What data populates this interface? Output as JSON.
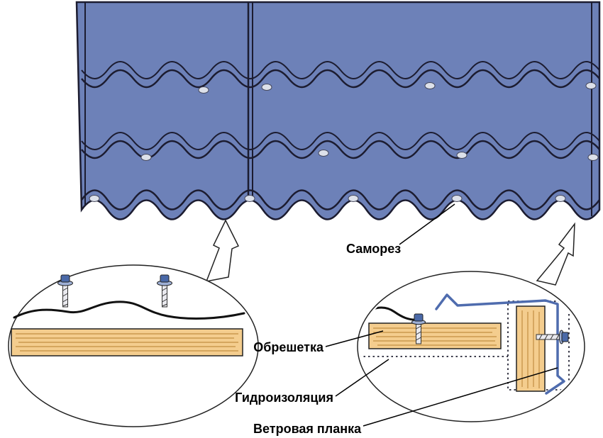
{
  "labels": {
    "screw": "Саморез",
    "batten": "Обрешетка",
    "waterproofing": "Гидроизоляция",
    "wind_plank": "Ветровая планка"
  },
  "colors": {
    "roof_blue": "#6d81b8",
    "roof_outline": "#1c1c30",
    "wood": "#f4cd8e",
    "wood_grain": "#c28e42",
    "screw_head": "#4a69a8",
    "screw_flange": "#9eb0d6",
    "roof_screw_dot": "#dde1ea",
    "wind_plank_blue": "#4f6cae",
    "detail_line": "#111111",
    "background": "#ffffff"
  }
}
